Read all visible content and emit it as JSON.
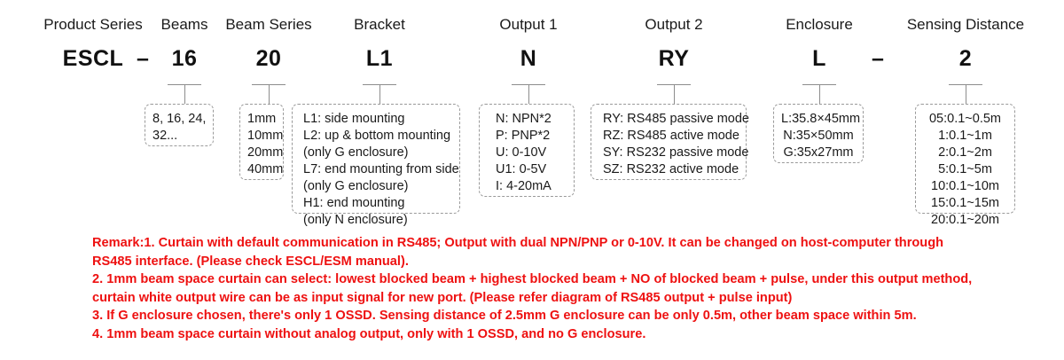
{
  "diagram": {
    "title": "Product model number configuration",
    "columns": [
      {
        "header": "Product Series",
        "code": "ESCL",
        "has_connector": false,
        "options": []
      },
      {
        "header": "Beams",
        "code": "16",
        "has_connector": true,
        "options": [
          "8, 16, 24,",
          "32..."
        ]
      },
      {
        "header": "Beam Series",
        "code": "20",
        "has_connector": true,
        "options": [
          "1mm",
          "10mm",
          "20mm",
          "40mm"
        ]
      },
      {
        "header": "Bracket",
        "code": "L1",
        "has_connector": true,
        "options": [
          "L1: side mounting",
          "L2: up & bottom mounting",
          "(only G enclosure)",
          "L7: end mounting from side",
          "(only G enclosure)",
          "H1: end mounting",
          "(only N enclosure)"
        ]
      },
      {
        "header": "Output 1",
        "code": "N",
        "has_connector": true,
        "options": [
          "N: NPN*2",
          "P: PNP*2",
          "U: 0-10V",
          "U1: 0-5V",
          "I: 4-20mA"
        ]
      },
      {
        "header": "Output 2",
        "code": "RY",
        "has_connector": true,
        "options": [
          "RY: RS485 passive mode",
          "RZ: RS485 active mode",
          "SY: RS232 passive mode",
          "SZ: RS232 active mode"
        ]
      },
      {
        "header": "Enclosure",
        "code": "L",
        "has_connector": true,
        "options": [
          "L:35.8×45mm",
          "N:35×50mm",
          "G:35x27mm"
        ]
      },
      {
        "header": "Sensing Distance",
        "code": "2",
        "has_connector": true,
        "options": [
          "05:0.1~0.5m",
          "1:0.1~1m",
          "2:0.1~2m",
          "5:0.1~5m",
          "10:0.1~10m",
          "15:0.1~15m",
          "20:0.1~20m"
        ]
      }
    ],
    "separators": [
      "–",
      "–"
    ],
    "remarks": [
      "Remark:1. Curtain with default communication in RS485; Output with dual NPN/PNP or 0-10V. It can be changed on host-computer through",
      "RS485 interface. (Please check ESCL/ESM manual).",
      "2. 1mm beam space curtain can select: lowest blocked beam + highest blocked beam + NO of blocked beam + pulse, under this output method,",
      "curtain white output wire can be as input signal for new port. (Please refer diagram of RS485 output + pulse input)",
      "3. If G enclosure chosen, there's only 1 OSSD. Sensing distance of 2.5mm G enclosure can be only 0.5m, other beam space within 5m.",
      "4. 1mm beam space curtain without analog output, only with 1 OSSD, and no G enclosure."
    ],
    "colors": {
      "remark_red": "#ee1111",
      "text_black": "#1a1a1a",
      "box_border": "#9a9a9a",
      "connector_line": "#8d8d8d"
    }
  }
}
